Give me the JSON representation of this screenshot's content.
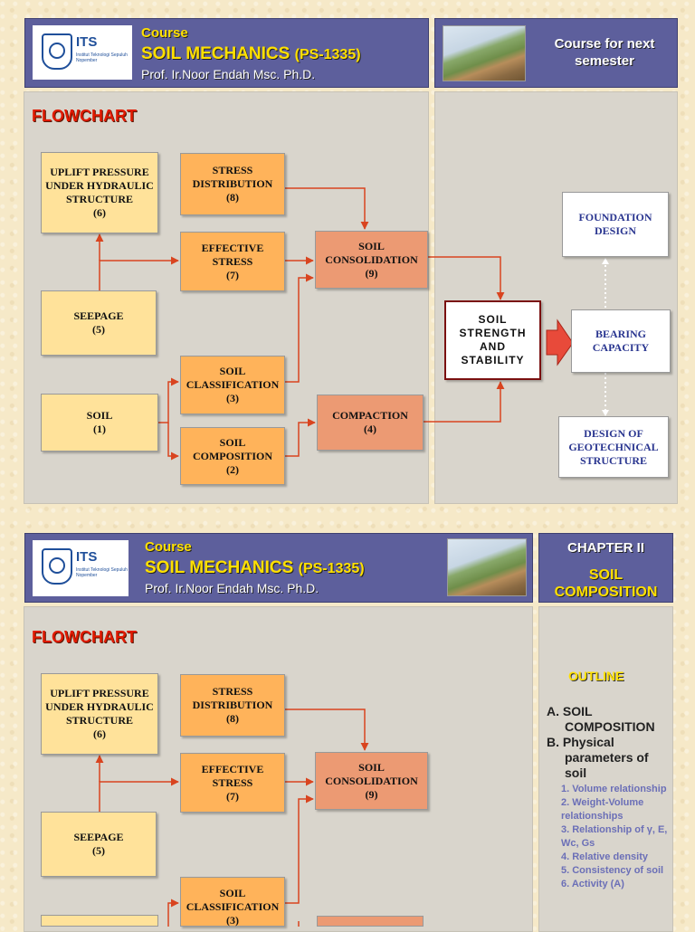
{
  "header": {
    "course_label": "Course",
    "course_title": "SOIL MECHANICS",
    "course_code": "(PS-1335)",
    "professor": "Prof. Ir.Noor Endah Msc. Ph.D.",
    "logo_text": "ITS",
    "logo_institution": "Institut Teknologi Sepuluh Nopember"
  },
  "slide1": {
    "next_semester": "Course for next semester"
  },
  "slide2": {
    "chapter": "CHAPTER II",
    "chapter_title": "SOIL COMPOSITION"
  },
  "flowchart": {
    "title": "FLOWCHART",
    "uplift": "UPLIFT PRESSURE UNDER HYDRAULIC STRUCTURE",
    "uplift_n": "(6)",
    "stress": "STRESS DISTRIBUTION",
    "stress_n": "(8)",
    "effective": "EFFECTIVE STRESS",
    "effective_n": "(7)",
    "consolidation": "SOIL CONSOLIDATION",
    "consolidation_n": "(9)",
    "seepage": "SEEPAGE",
    "seepage_n": "(5)",
    "classification": "SOIL CLASSIFICATION",
    "classification_n": "(3)",
    "soil": "SOIL",
    "soil_n": "(1)",
    "composition": "SOIL COMPOSITION",
    "composition_n": "(2)",
    "compaction": "COMPACTION",
    "compaction_n": "(4)",
    "strength": "SOIL STRENGTH AND STABILITY",
    "foundation": "FOUNDATION DESIGN",
    "bearing": "BEARING CAPACITY",
    "geotech": "DESIGN OF GEOTECHNICAL STRUCTURE"
  },
  "outline": {
    "title": "OUTLINE",
    "item_a": "A. SOIL COMPOSITION",
    "item_b": "B. Physical parameters of soil",
    "subs": [
      "1. Volume relationship",
      "2. Weight-Volume relationships",
      "3. Relationship of γ, E, Wc, Gs",
      "4. Relative density",
      "5. Consistency of soil",
      "6. Activity (A)"
    ]
  }
}
